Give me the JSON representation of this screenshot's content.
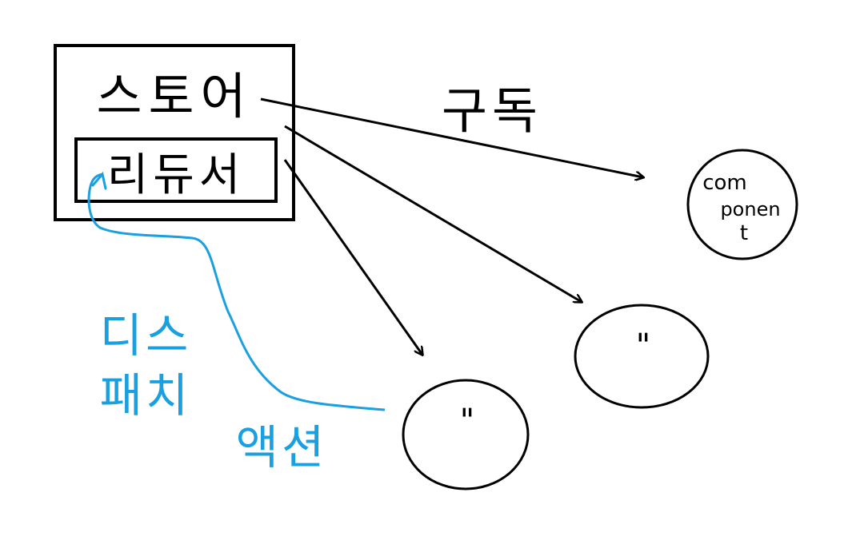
{
  "nodes": {
    "store": {
      "label": "스토어"
    },
    "reducer": {
      "label": "리듀서"
    },
    "component_main": {
      "label_line1": "com",
      "label_line2": "ponen",
      "label_line3": "t"
    },
    "component_mid": {
      "label": "\""
    },
    "component_low": {
      "label": "\""
    }
  },
  "edges": {
    "subscribe": {
      "label": "구독"
    },
    "dispatch": {
      "label_line1": "디스",
      "label_line2": "패치",
      "label_line3": "액션"
    }
  },
  "colors": {
    "ink": "#000000",
    "dispatch": "#1a9fe0",
    "background": "#ffffff"
  }
}
